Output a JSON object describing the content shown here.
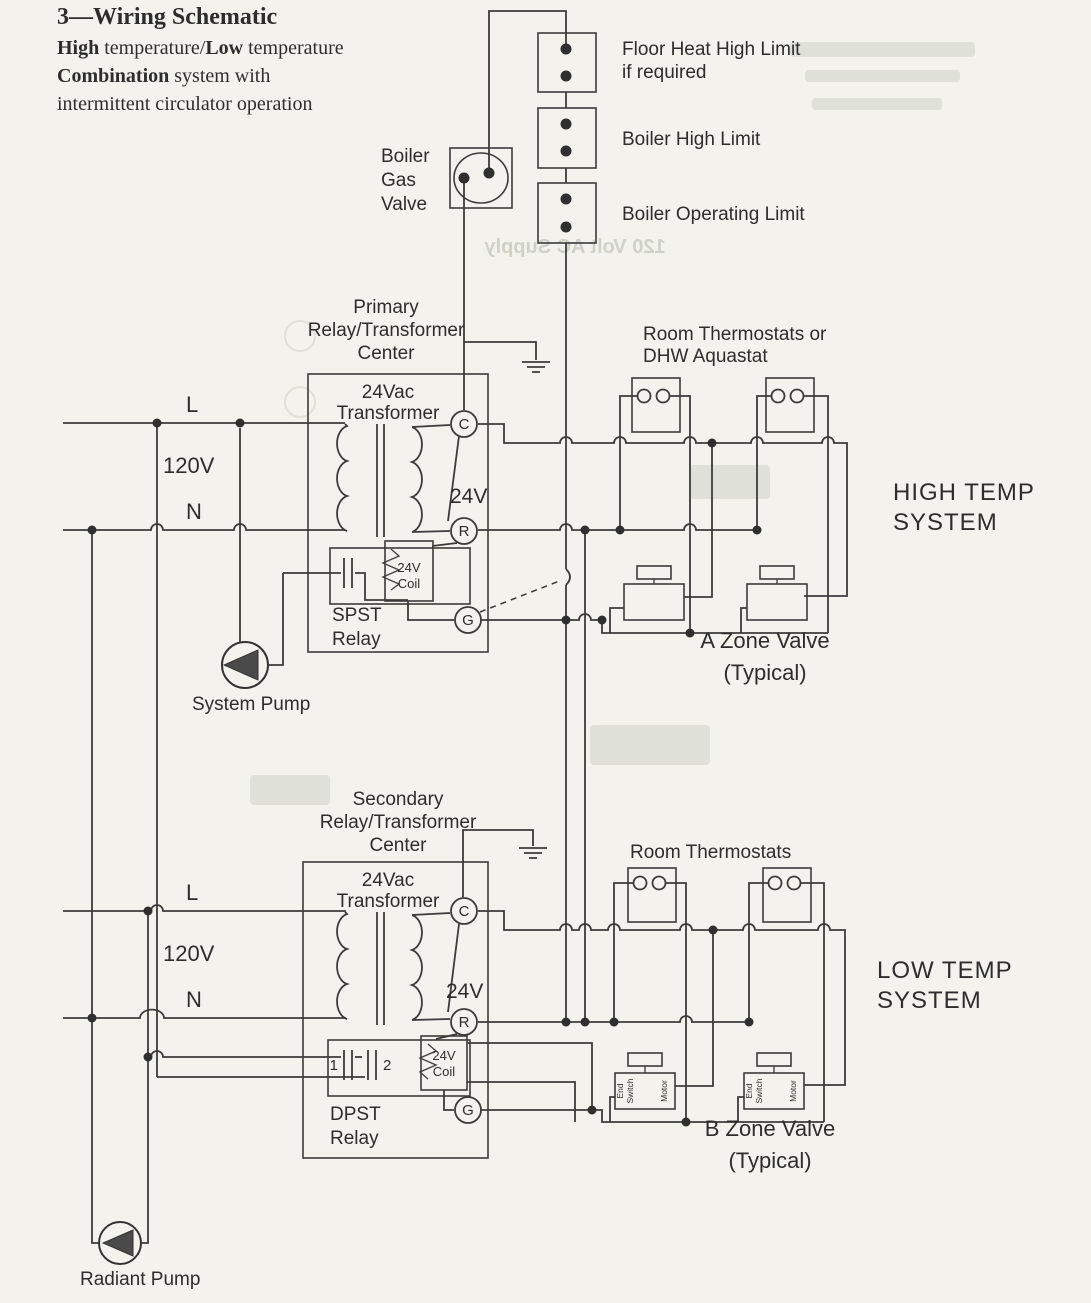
{
  "page": {
    "title": "3—Wiring Schematic",
    "subtitle": {
      "b1": "High",
      "t1": " temperature/",
      "b2": "Low",
      "t2": " temperature",
      "b3": "Combination",
      "t3": " system with",
      "t4": "intermittent circulator operation"
    }
  },
  "limits": {
    "floor_heat_1": "Floor Heat High Limit",
    "floor_heat_2": "if required",
    "boiler_high": "Boiler High Limit",
    "boiler_operating": "Boiler Operating Limit"
  },
  "gas_valve": {
    "l1": "Boiler",
    "l2": "Gas",
    "l3": "Valve"
  },
  "primary_center": {
    "name1": "Primary",
    "name2": "Relay/Transformer",
    "name3": "Center",
    "xfmr1": "24Vac",
    "xfmr2": "Transformer",
    "voltage": "24V",
    "coil1": "24V",
    "coil2": "Coil",
    "relay1": "SPST",
    "relay2": "Relay",
    "term_c": "C",
    "term_r": "R",
    "term_g": "G"
  },
  "secondary_center": {
    "name1": "Secondary",
    "name2": "Relay/Transformer",
    "name3": "Center",
    "xfmr1": "24Vac",
    "xfmr2": "Transformer",
    "voltage": "24V",
    "coil1": "24V",
    "coil2": "Coil",
    "relay1": "DPST",
    "relay2": "Relay",
    "term_c": "C",
    "term_r": "R",
    "term_g": "G",
    "contact1": "1",
    "contact2": "2"
  },
  "power_high": {
    "l": "L",
    "n": "N",
    "v": "120V"
  },
  "power_low": {
    "l": "L",
    "n": "N",
    "v": "120V"
  },
  "pumps": {
    "system": "System Pump",
    "radiant": "Radiant Pump"
  },
  "thermostats_high": {
    "l1": "Room Thermostats or",
    "l2": "DHW Aquastat"
  },
  "thermostats_low": {
    "l1": "Room Thermostats"
  },
  "zones": {
    "a1": "A Zone Valve",
    "a2": "(Typical)",
    "b1": "B Zone Valve",
    "b2": "(Typical)",
    "end1": "End",
    "end2": "Switch",
    "motor": "Motor"
  },
  "systems": {
    "high1": "HIGH TEMP",
    "high2": "SYSTEM",
    "low1": "LOW TEMP",
    "low2": "SYSTEM"
  },
  "bleedthrough": {
    "supply": "120 Volt AC Supply"
  }
}
